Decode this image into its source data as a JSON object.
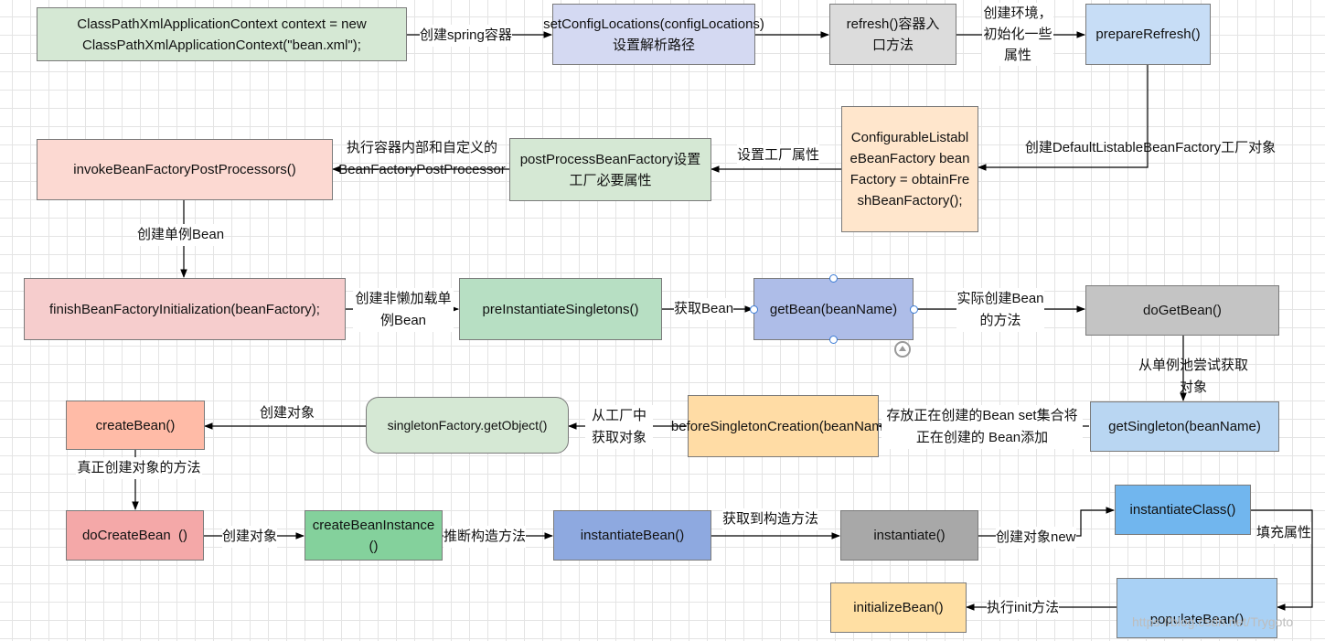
{
  "nodes": {
    "context": {
      "text": "ClassPathXmlApplicationContext context = new ClassPathXmlApplicationContext(\"bean.xml\");",
      "color": "#d5e8d4"
    },
    "set_config": {
      "text": "setConfigLocations(configLocations)设置解析路径",
      "color": "#d4d9f2"
    },
    "refresh": {
      "text": "refresh()容器入口方法",
      "color": "#dcdcdc"
    },
    "prepare_refresh": {
      "text": "prepareRefresh()",
      "color": "#c7ddf6"
    },
    "obtain_factory": {
      "text": "ConfigurableListableBeanFactory beanFactory = obtainFreshBeanFactory();",
      "color": "#ffe6cc"
    },
    "post_process": {
      "text": "postProcessBeanFactory设置工厂必要属性",
      "color": "#d5e8d4"
    },
    "invoke_bfpp": {
      "text": "invokeBeanFactoryPostProcessors()",
      "color": "#fcd9d2"
    },
    "finish_init": {
      "text": "finishBeanFactoryInitialization(beanFactory);",
      "color": "#f6cdcd"
    },
    "pre_instantiate": {
      "text": "preInstantiateSingletons()",
      "color": "#b7dfc3"
    },
    "get_bean": {
      "text": "getBean(beanName)",
      "color": "#aebde8"
    },
    "do_get_bean": {
      "text": "doGetBean()",
      "color": "#c4c4c4"
    },
    "get_singleton": {
      "text": "getSingleton(beanName)",
      "color": "#b9d6f2"
    },
    "before_creation": {
      "text": "beforeSingletonCreation(beanName)",
      "color": "#ffdca5"
    },
    "singleton_factory": {
      "text": "singletonFactory.getObject()",
      "color": "#d5e8d4"
    },
    "create_bean": {
      "text": "createBean()",
      "color": "#ffbba7"
    },
    "do_create_bean": {
      "text": "doCreateBean  ()",
      "color": "#f4a8a8"
    },
    "create_bean_instance": {
      "text": "createBeanInstance()",
      "color": "#84d19c"
    },
    "instantiate_bean": {
      "text": "instantiateBean()",
      "color": "#8ea9e0"
    },
    "instantiate": {
      "text": "instantiate()",
      "color": "#a8a8a8"
    },
    "instantiate_class": {
      "text": "instantiateClass()",
      "color": "#71b6ee"
    },
    "populate_bean": {
      "text": "populateBean()",
      "color": "#a9d1f5"
    },
    "initialize_bean": {
      "text": "initializeBean()",
      "color": "#ffdfa3"
    }
  },
  "edge_labels": {
    "e1": "创建spring容器",
    "e3": "创建环境，初始化一些属性",
    "e4": "创建DefaultListableBeanFactory工厂对象",
    "e5": "设置工厂属性",
    "e6": "执行容器内部和自定义的BeanFactoryPostProcessor",
    "e7": "创建单例Bean",
    "e8": "创建非懒加载单例Bean",
    "e9": "获取Bean",
    "e10": "实际创建Bean的方法",
    "e11": "从单例池尝试获取对象",
    "e12": "存放正在创建的Bean set集合将正在创建的 Bean添加",
    "e13": "从工厂中获取对象",
    "e14": "创建对象",
    "e15": "真正创建对象的方法",
    "e16": "创建对象",
    "e17": "推断构造方法",
    "e18": "获取到构造方法",
    "e19": "创建对象new",
    "e20": "填充属性",
    "e21": "执行init方法"
  },
  "watermark": "https://blog.csdn.net/Trygoto",
  "colors": {
    "edge": "#000000",
    "selection_handle": "#3a7bd5"
  }
}
